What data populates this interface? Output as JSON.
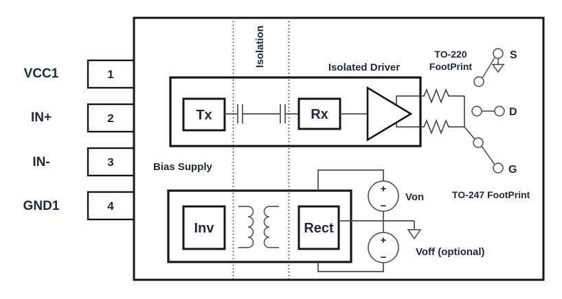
{
  "diagram": {
    "title_context": "Isolated gate driver block diagram",
    "pins": [
      {
        "label": "VCC1",
        "number": "1"
      },
      {
        "label": "IN+",
        "number": "2"
      },
      {
        "label": "IN-",
        "number": "3"
      },
      {
        "label": "GND1",
        "number": "4"
      }
    ],
    "blocks": {
      "tx": "Tx",
      "rx": "Rx",
      "inv": "Inv",
      "rect": "Rect"
    },
    "labels": {
      "isolation": "Isolation",
      "isolated_driver": "Isolated Driver",
      "bias_supply": "Bias Supply",
      "to220_line1": "TO-220",
      "to220_line2": "FootPrint",
      "to247": "TO-247 FootPrint",
      "von": "Von",
      "voff": "Voff (optional)",
      "plus": "+",
      "minus": "−"
    },
    "terminals": {
      "s": "S",
      "d": "D",
      "g": "G"
    },
    "colors": {
      "box_stroke": "#161616",
      "wire": "#4a4a4a",
      "gray_component": "#5a5a5a",
      "text": "#232838",
      "background": "#ffffff"
    }
  }
}
